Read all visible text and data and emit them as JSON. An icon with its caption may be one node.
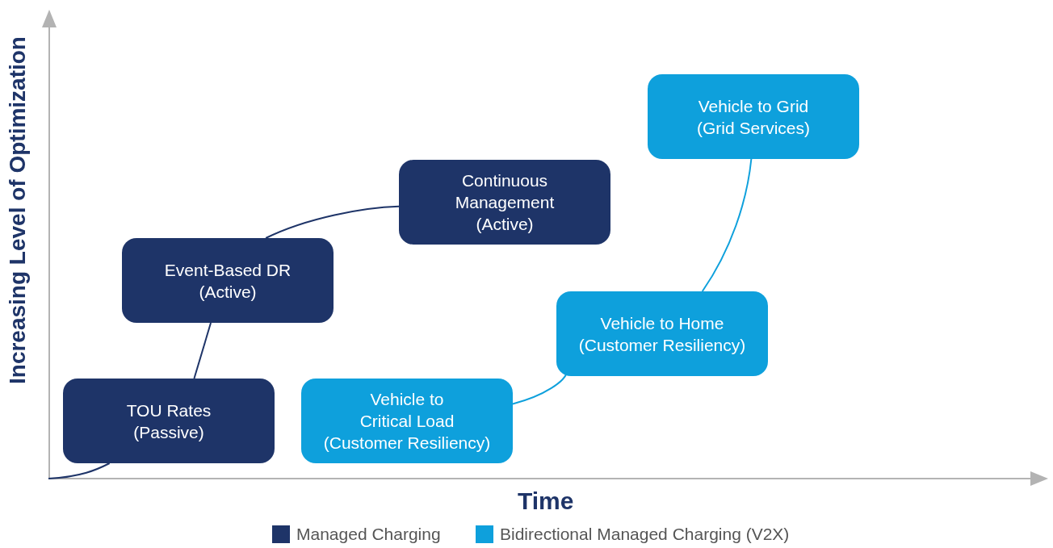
{
  "diagram": {
    "nodes": [
      {
        "text": [
          "TOU Rates",
          "(Passive)"
        ]
      },
      {
        "text": [
          "Event-Based DR",
          "(Active)"
        ]
      },
      {
        "text": [
          "Continuous Management",
          "(Active)"
        ]
      },
      {
        "text": [
          "Vehicle to Critical Load",
          "(Customer Resiliency)"
        ]
      },
      {
        "text": [
          "Vehicle to Home",
          "(Customer Resiliency)"
        ]
      },
      {
        "text": [
          "Vehicle to Grid",
          "(Grid Services)"
        ]
      }
    ],
    "edges": [
      {
        "from": null,
        "to": 0,
        "arrow": "none"
      },
      {
        "from": 0,
        "to": 1,
        "arrow": "none"
      },
      {
        "from": 1,
        "to": 2,
        "arrow": "none"
      },
      {
        "from": 3,
        "to": 4,
        "arrow": "none",
        "color": "#0ea0dc"
      },
      {
        "from": 4,
        "to": 5,
        "arrow": "none",
        "color": "#0ea0dc"
      }
    ],
    "labels": [
      "Increasing Level of Optimization",
      "Time"
    ],
    "legend": [
      {
        "text": "Managed Charging",
        "color": "#1e3468"
      },
      {
        "text": "Bidirectional Managed Charging (V2X)",
        "color": "#0ea0dc"
      }
    ]
  }
}
